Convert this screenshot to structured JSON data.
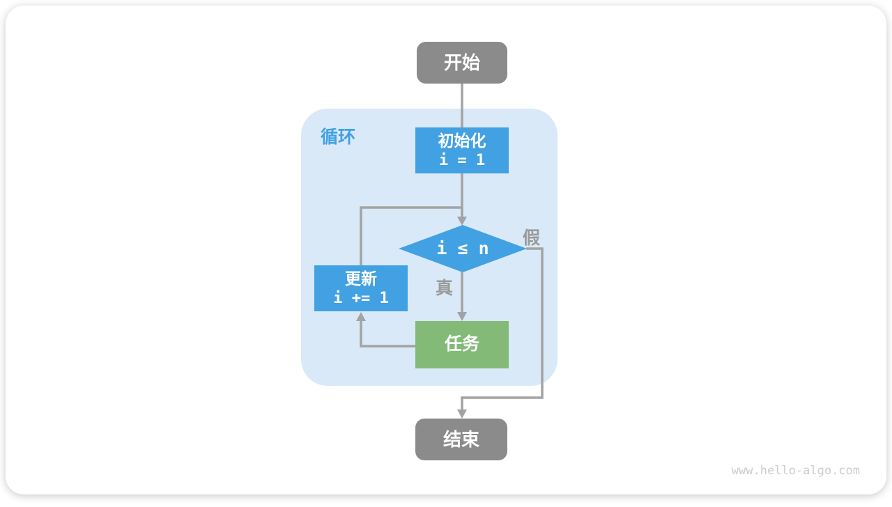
{
  "colors": {
    "accent_blue": "#42a1e3",
    "light_blue_bg": "#d9e9f8",
    "green_node": "#84ba78",
    "gray_node": "#8b8b8b",
    "arrow_gray": "#a3a3a3",
    "label_gray": "#9a9a9a",
    "watermark_gray": "#cccccc"
  },
  "flowchart": {
    "start": {
      "label": "开始"
    },
    "loop_container": {
      "label": "循环"
    },
    "init": {
      "title": "初始化",
      "code": "i = 1"
    },
    "condition": {
      "code": "i ≤ n"
    },
    "branch_true": {
      "label": "真"
    },
    "branch_false": {
      "label": "假"
    },
    "update": {
      "title": "更新",
      "code": "i += 1"
    },
    "task": {
      "label": "任务"
    },
    "end": {
      "label": "结束"
    }
  },
  "page": {
    "watermark": "www.hello-algo.com"
  }
}
